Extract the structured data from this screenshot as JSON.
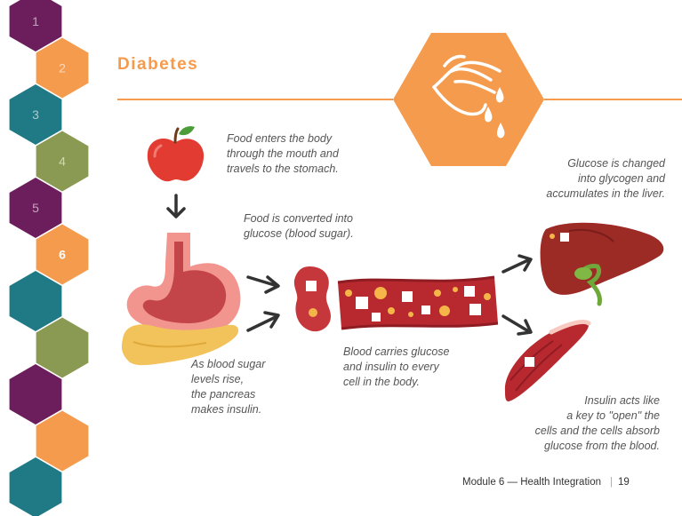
{
  "title": "Diabetes",
  "colors": {
    "accent": "#f49b4e",
    "purple": "#6b1d5c",
    "teal": "#1f7a86",
    "olive": "#8a9a52"
  },
  "nav": {
    "hexes": [
      {
        "label": "1",
        "color": "#6b1d5c"
      },
      {
        "label": "2",
        "color": "#f49b4e"
      },
      {
        "label": "3",
        "color": "#1f7a86"
      },
      {
        "label": "4",
        "color": "#8a9a52"
      },
      {
        "label": "5",
        "color": "#6b1d5c"
      },
      {
        "label": "6",
        "color": "#f49b4e"
      },
      {
        "label": "",
        "color": "#1f7a86"
      },
      {
        "label": "",
        "color": "#8a9a52"
      },
      {
        "label": "",
        "color": "#6b1d5c"
      },
      {
        "label": "",
        "color": "#f49b4e"
      },
      {
        "label": "",
        "color": "#1f7a86"
      }
    ],
    "active": "6"
  },
  "icons": {
    "header": "hand-blood-drop-icon",
    "food": "apple-icon",
    "stomach": "stomach-pancreas-icon",
    "cell": "blood-cell-icon",
    "vessel": "blood-vessel-icon",
    "liver": "liver-icon",
    "muscle": "muscle-icon"
  },
  "captions": {
    "food": "Food  enters  the  body\nthrough  the  mouth  and\ntravels  to  the  stomach.",
    "glucose": "Food  is converted  into\nglucose  (blood  sugar).",
    "liver": "Glucose  is changed\ninto glycogen  and\naccumulates   in the liver.",
    "pancreas": "As blood  sugar\nlevels rise,\nthe  pancreas\nmakes  insulin.",
    "blood": "Blood  carries glucose\nand insulin  to  every\ncell in  the  body.",
    "insulin": "Insulin  acts like\na key to  \"open\"  the\ncells and  the cells absorb\nglucose  from  the  blood."
  },
  "footer": {
    "text": "Module  6 — Health  Integration",
    "page": "19"
  }
}
